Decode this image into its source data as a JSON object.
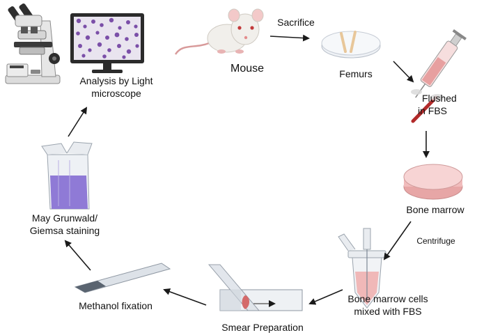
{
  "labels": {
    "analysis_line1": "Analysis by Light",
    "analysis_line2": "microscope",
    "mouse": "Mouse",
    "sacrifice": "Sacrifice",
    "femurs": "Femurs",
    "flushed_line1": "Flushed",
    "flushed_line2": "in FBS",
    "bone_marrow": "Bone marrow",
    "centrifuge": "Centrifuge",
    "cells_line1": "Bone marrow cells",
    "cells_line2": "mixed with FBS",
    "smear": "Smear Preparation",
    "methanol": "Methanol fixation",
    "staining_line1": "May Grunwald/",
    "staining_line2": "Giemsa staining"
  },
  "colors": {
    "arrow": "#1a1a1a",
    "monitor_frame": "#2b2b2b",
    "slide_cells": "#7b4fa8",
    "slide_bg": "#e9e4ef",
    "mouse_body": "#f1efeb",
    "mouse_ear": "#f3c9c9",
    "petri_rim": "#d8dde6",
    "pink_medium": "#f0b8b8",
    "stain_purple": "#8f7ad6",
    "blood_red": "#b22a2a",
    "glass": "#d9dee5"
  },
  "icons": [
    "microscope-icon",
    "monitor-icon",
    "mouse-icon",
    "petri-dish-femurs-icon",
    "syringe-icon",
    "petri-dish-bone-marrow-icon",
    "centrifuge-tube-icon",
    "smear-slides-icon",
    "fixation-slide-icon",
    "staining-jar-icon"
  ]
}
